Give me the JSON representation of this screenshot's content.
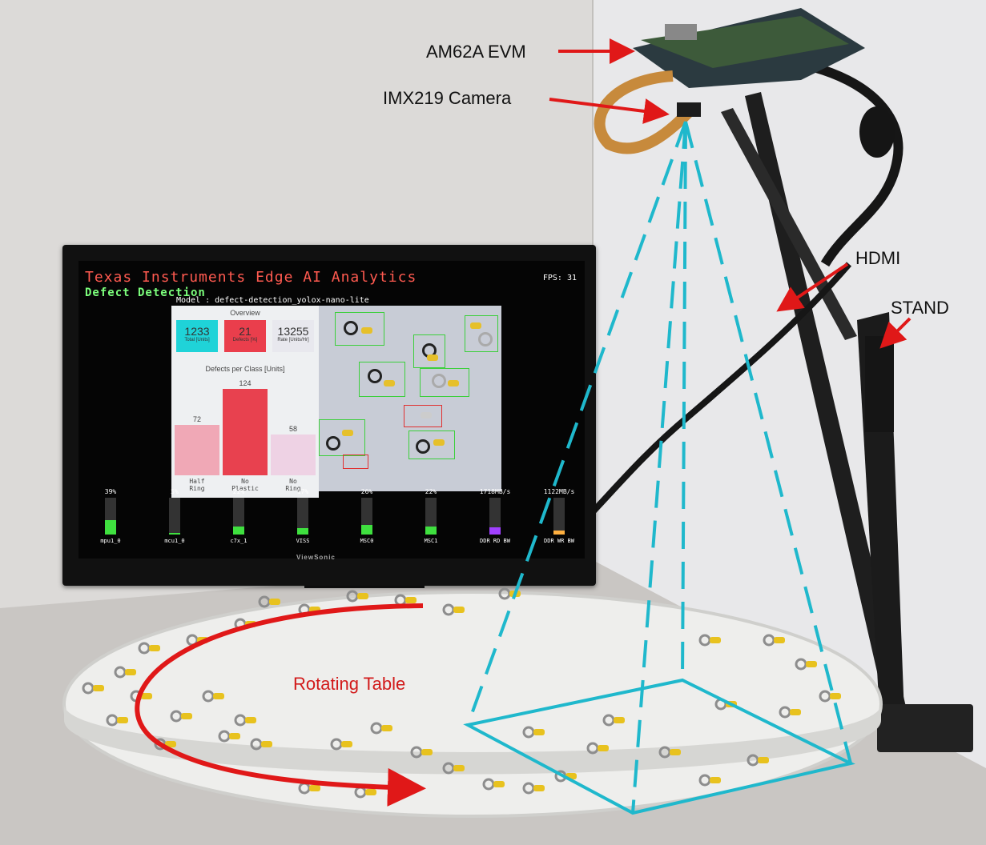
{
  "labels": {
    "evm": "AM62A EVM",
    "camera": "IMX219 Camera",
    "hdmi": "HDMI",
    "stand": "STAND",
    "table": "Rotating Table"
  },
  "monitor": {
    "brand": "ViewSonic",
    "screen": {
      "title": "Texas Instruments Edge AI Analytics",
      "subtitle": "Defect Detection",
      "fps": "FPS: 31",
      "model": "Model : defect-detection_yolox-nano-lite",
      "overview": {
        "title": "Overview",
        "tiles": [
          {
            "value": "1233",
            "label": "Total [Units]",
            "color": "#1fd3d8"
          },
          {
            "value": "21",
            "label": "Defects [%]",
            "color": "#ea3e4c"
          },
          {
            "value": "13255",
            "label": "Rate [Units/Hr]",
            "color": "#e8e8ee"
          }
        ]
      },
      "defects_chart": {
        "title": "Defects per Class [Units]",
        "bars": [
          {
            "label_l1": "Half",
            "label_l2": "Ring",
            "value": 72,
            "display": "72",
            "color": "#f0a8b6"
          },
          {
            "label_l1": "No",
            "label_l2": "Plastic",
            "value": 124,
            "display": "124",
            "color": "#e8414f"
          },
          {
            "label_l1": "No",
            "label_l2": "Ring",
            "value": 58,
            "display": "58",
            "color": "#eed2e4"
          }
        ],
        "max": 124
      },
      "gauges": [
        {
          "name": "mpu1_0",
          "pct": "39%",
          "value": 39,
          "color": "#3fe03f"
        },
        {
          "name": "mcu1_0",
          "pct": "5%",
          "value": 5,
          "color": "#3fe03f"
        },
        {
          "name": "c7x_1",
          "pct": "22%",
          "value": 22,
          "color": "#3fe03f"
        },
        {
          "name": "VISS",
          "pct": "17%",
          "value": 17,
          "color": "#3fe03f"
        },
        {
          "name": "MSC0",
          "pct": "26%",
          "value": 26,
          "color": "#3fe03f"
        },
        {
          "name": "MSC1",
          "pct": "22%",
          "value": 22,
          "color": "#3fe03f"
        },
        {
          "name": "DDR RD BW",
          "pct": "1718MB/s",
          "value": 20,
          "color": "#a040ff"
        },
        {
          "name": "DDR WR BW",
          "pct": "1122MB/s",
          "value": 10,
          "color": "#ffb040"
        }
      ]
    }
  },
  "colors": {
    "annotation_arrow": "#e01818",
    "fov_lines": "#1fb8cc"
  }
}
